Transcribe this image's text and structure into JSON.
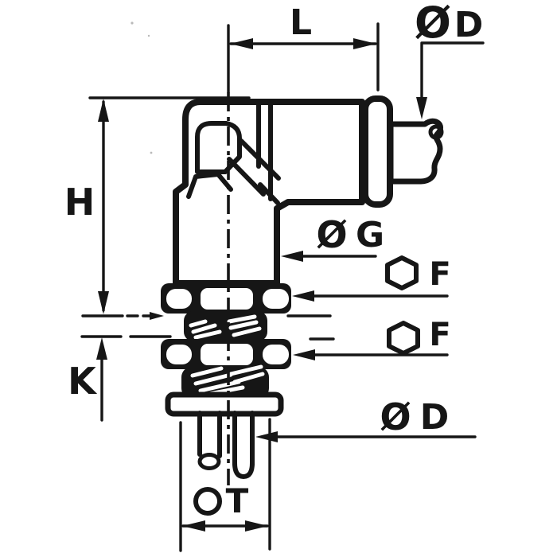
{
  "colors": {
    "ink": "#161616",
    "paper": "#ffffff"
  },
  "figure": {
    "kind": "technical-dimension-drawing",
    "subject": "90-degree elbow push-in bulkhead fitting, side elevation with two panel lock nuts, washer and bottom tube stem"
  },
  "labels": {
    "length": "L",
    "dia_top": {
      "sym": "Ø",
      "ltr": "D"
    },
    "height": "H",
    "dia_body": {
      "sym": "Ø",
      "ltr": "G"
    },
    "flats_upper": "F",
    "flats_lower": "F",
    "panel": "K",
    "dia_bottom": {
      "sym": "Ø",
      "ltr": "D"
    },
    "hole": "T"
  },
  "symbols": {
    "diameter": "Ø",
    "hexagon_icon": "⬡",
    "circle_icon": "○"
  }
}
